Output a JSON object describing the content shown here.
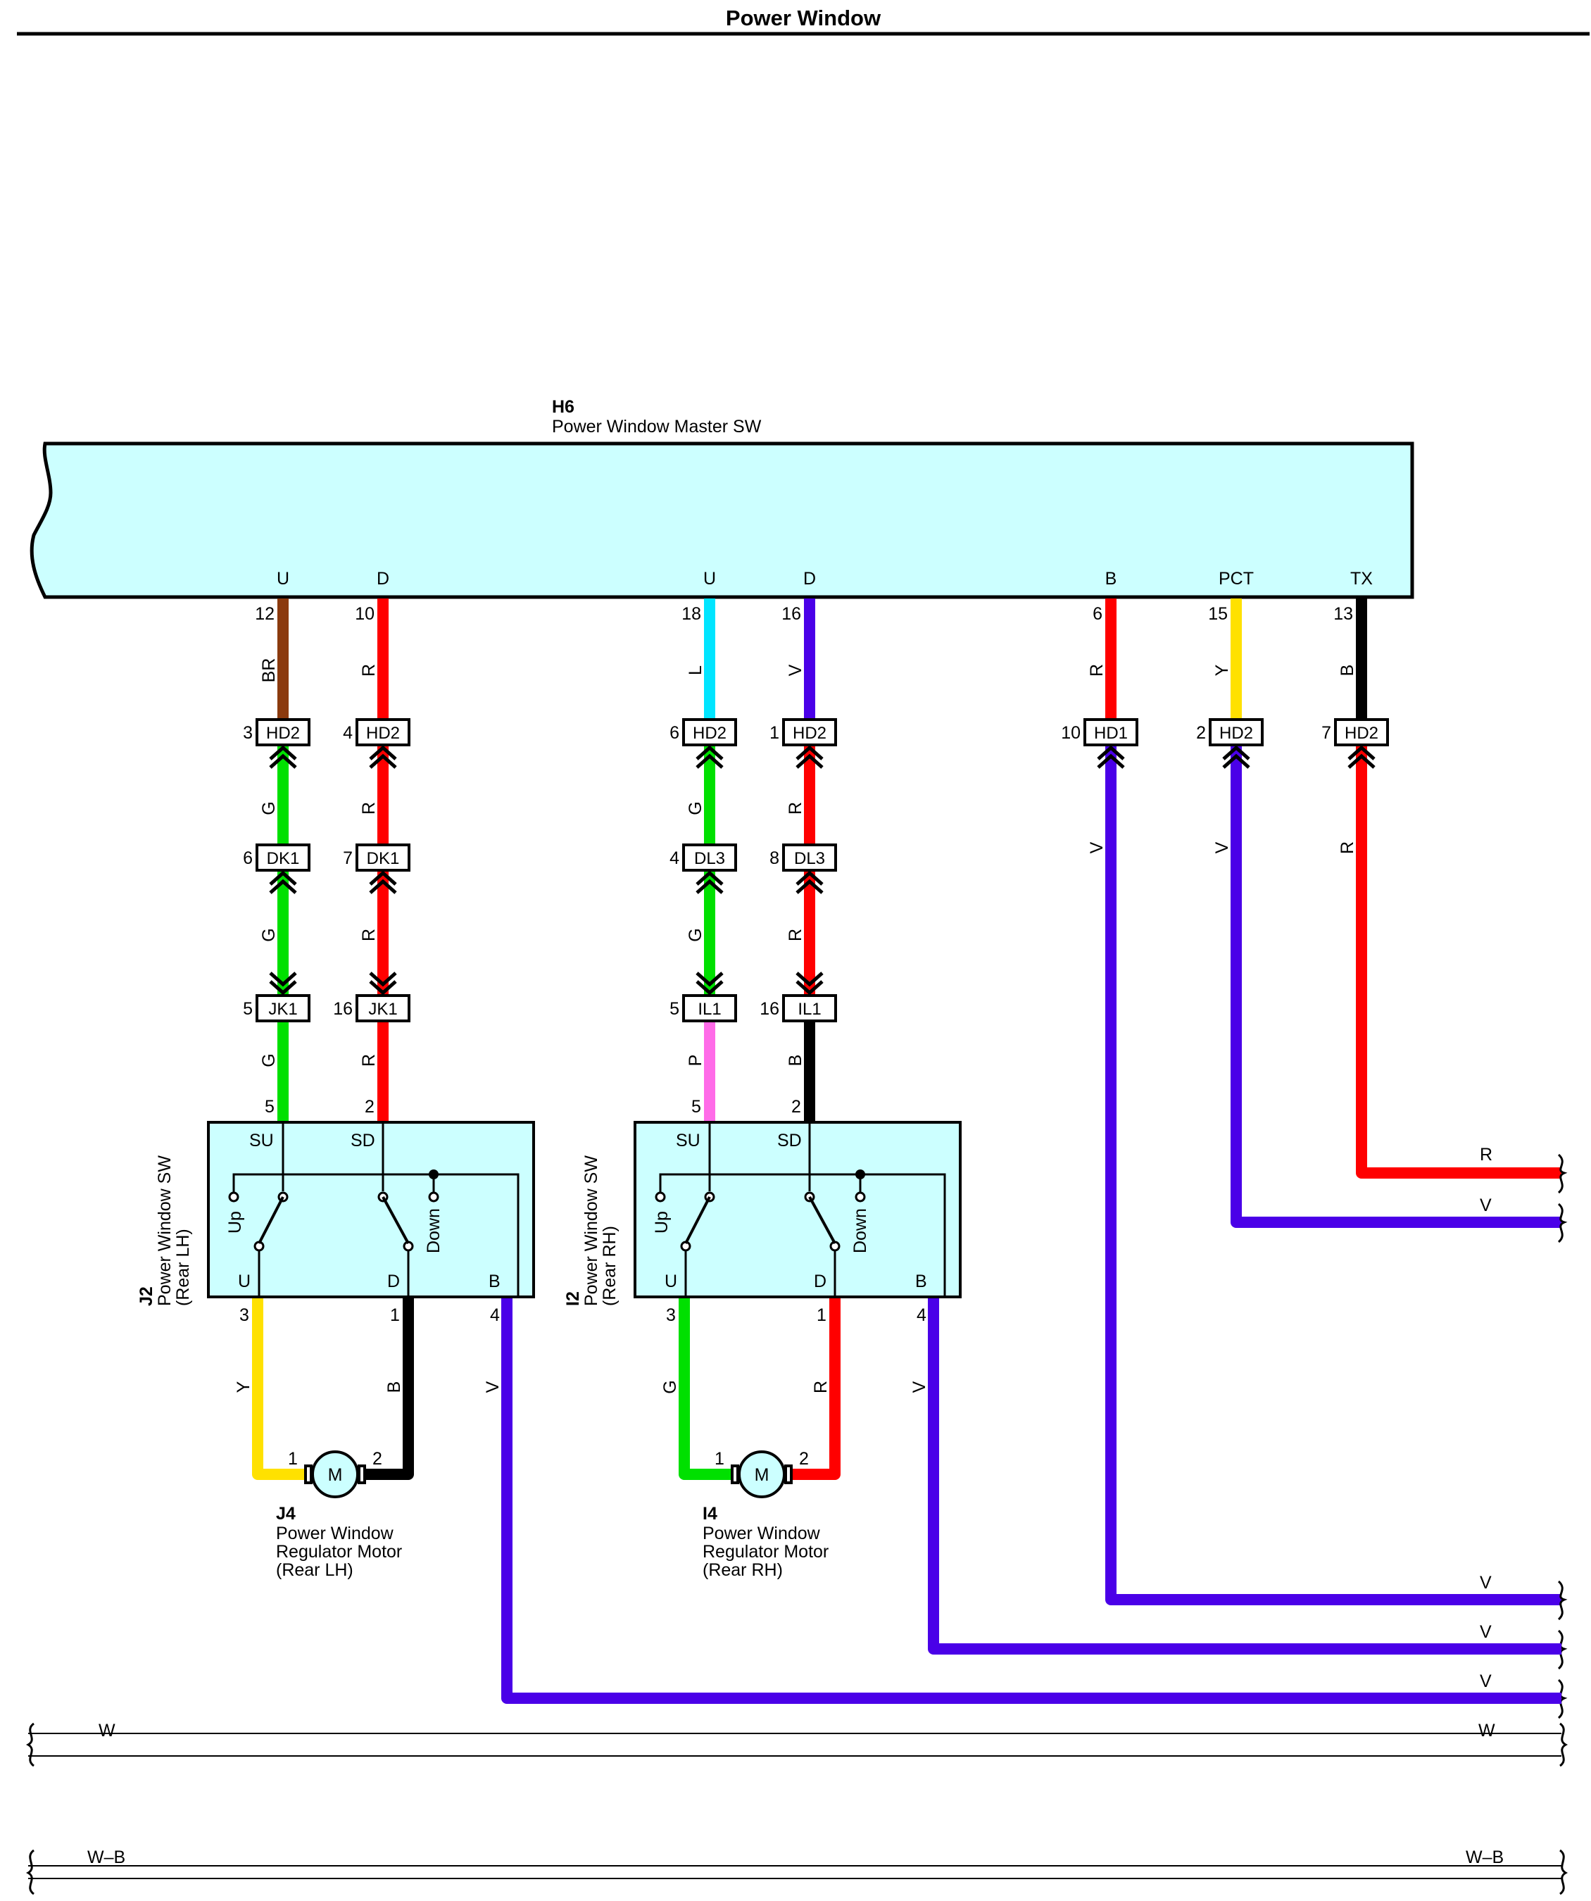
{
  "page_title": "Power Window",
  "colors": {
    "BR": "#8b3a0e",
    "R": "#ff0000",
    "L": "#00e5ff",
    "V": "#4a00e8",
    "Y": "#ffe100",
    "B": "#000000",
    "G": "#00e000",
    "P": "#ff6be8",
    "W": "#ffffff",
    "box_fill": "#ccffff"
  },
  "master_switch": {
    "id": "H6",
    "name": "Power Window Master SW",
    "terminals": [
      {
        "name": "U",
        "pin": "12",
        "color": "BR"
      },
      {
        "name": "D",
        "pin": "10",
        "color": "R"
      },
      {
        "name": "U",
        "pin": "18",
        "color": "L"
      },
      {
        "name": "D",
        "pin": "16",
        "color": "V"
      },
      {
        "name": "B",
        "pin": "6",
        "color": "R"
      },
      {
        "name": "PCT",
        "pin": "15",
        "color": "Y"
      },
      {
        "name": "TX",
        "pin": "13",
        "color": "B"
      }
    ]
  },
  "connectors": {
    "row1": [
      {
        "pin": "3",
        "name": "HD2",
        "wire_below": "G"
      },
      {
        "pin": "4",
        "name": "HD2",
        "wire_below": "R"
      },
      {
        "pin": "6",
        "name": "HD2",
        "wire_below": "G"
      },
      {
        "pin": "1",
        "name": "HD2",
        "wire_below": "R"
      },
      {
        "pin": "10",
        "name": "HD1",
        "wire_below": "V"
      },
      {
        "pin": "2",
        "name": "HD2",
        "wire_below": "V"
      },
      {
        "pin": "7",
        "name": "HD2",
        "wire_below": "R"
      }
    ],
    "row2": [
      {
        "pin": "6",
        "name": "DK1",
        "wire_below": "G"
      },
      {
        "pin": "7",
        "name": "DK1",
        "wire_below": "R"
      },
      {
        "pin": "4",
        "name": "DL3",
        "wire_below": "G"
      },
      {
        "pin": "8",
        "name": "DL3",
        "wire_below": "R"
      }
    ],
    "row3": [
      {
        "pin": "5",
        "name": "JK1",
        "wire_below": "G"
      },
      {
        "pin": "16",
        "name": "JK1",
        "wire_below": "R"
      },
      {
        "pin": "5",
        "name": "IL1",
        "wire_below": "P"
      },
      {
        "pin": "16",
        "name": "IL1",
        "wire_below": "B"
      }
    ]
  },
  "rear_switches": [
    {
      "id": "J2",
      "name": "Power Window SW",
      "sub": "(Rear LH)",
      "top_pins": [
        {
          "pin": "5",
          "name": "SU"
        },
        {
          "pin": "2",
          "name": "SD"
        }
      ],
      "bottom_pins": [
        {
          "pin": "3",
          "name": "U",
          "color": "Y"
        },
        {
          "pin": "1",
          "name": "D",
          "color": "B"
        },
        {
          "pin": "4",
          "name": "B",
          "color": "V"
        }
      ],
      "up_label": "Up",
      "down_label": "Down"
    },
    {
      "id": "I2",
      "name": "Power Window SW",
      "sub": "(Rear RH)",
      "top_pins": [
        {
          "pin": "5",
          "name": "SU"
        },
        {
          "pin": "2",
          "name": "SD"
        }
      ],
      "bottom_pins": [
        {
          "pin": "3",
          "name": "U",
          "color": "G"
        },
        {
          "pin": "1",
          "name": "D",
          "color": "R"
        },
        {
          "pin": "4",
          "name": "B",
          "color": "V"
        }
      ],
      "up_label": "Up",
      "down_label": "Down"
    }
  ],
  "motors": [
    {
      "id": "J4",
      "name_line1": "Power Window",
      "name_line2": "Regulator Motor",
      "name_line3": "(Rear LH)",
      "symbol": "M",
      "pin1": "1",
      "pin2": "2"
    },
    {
      "id": "I4",
      "name_line1": "Power Window",
      "name_line2": "Regulator Motor",
      "name_line3": "(Rear RH)",
      "symbol": "M",
      "pin1": "1",
      "pin2": "2"
    }
  ],
  "right_edge_wires": [
    {
      "color": "R"
    },
    {
      "color": "V"
    },
    {
      "color": "V"
    },
    {
      "color": "V"
    },
    {
      "color": "V"
    }
  ],
  "bus_lines": [
    {
      "left": "W",
      "right": "W"
    },
    {
      "left": "W–B",
      "right": "W–B"
    }
  ]
}
